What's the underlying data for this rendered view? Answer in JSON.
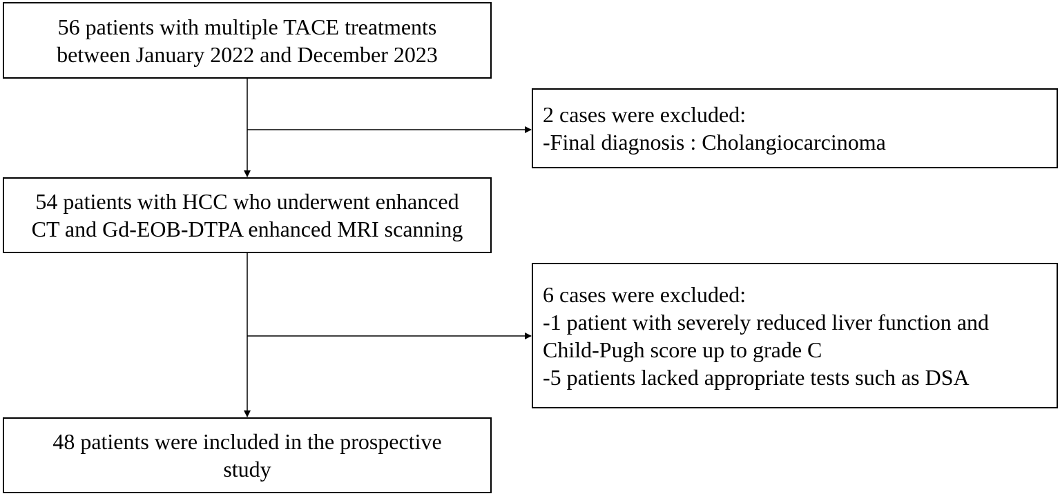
{
  "flow": {
    "step1": {
      "lines": [
        "56 patients with multiple TACE treatments",
        "between January 2022 and December 2023"
      ]
    },
    "step2": {
      "lines": [
        "54 patients with HCC who underwent enhanced",
        "CT and Gd-EOB-DTPA enhanced MRI scanning"
      ]
    },
    "step3": {
      "lines": [
        "48 patients were included in the prospective",
        "study"
      ]
    }
  },
  "exclusions": {
    "first": {
      "lines": [
        "2 cases were excluded:",
        "-Final diagnosis : Cholangiocarcinoma"
      ]
    },
    "second": {
      "lines": [
        "6 cases were excluded:",
        "-1 patient with severely reduced liver function and",
        "Child-Pugh score up to grade C",
        "-5 patients lacked appropriate tests such as DSA"
      ]
    }
  },
  "colors": {
    "stroke": "#000000",
    "background": "#ffffff"
  }
}
